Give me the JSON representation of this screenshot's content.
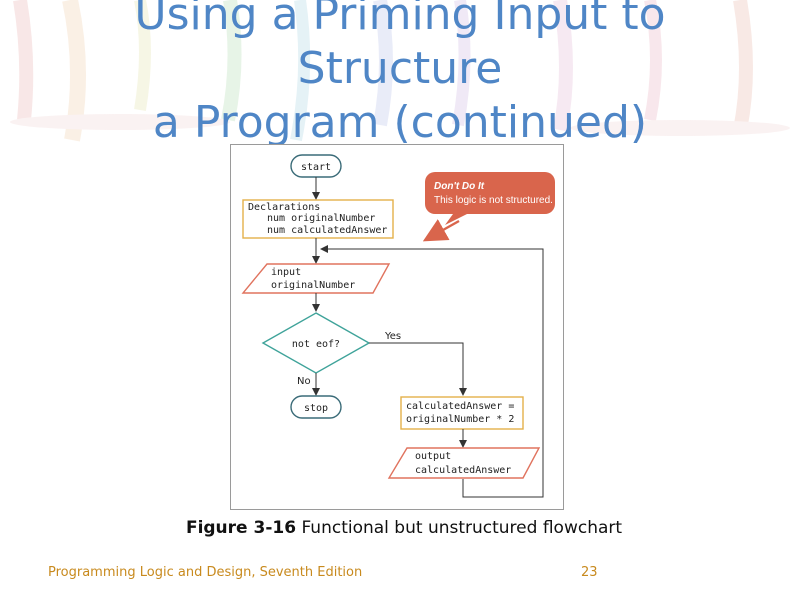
{
  "slide": {
    "title_lines": [
      "Using a Priming Input to",
      "Structure",
      "a Program (continued)"
    ]
  },
  "flowchart": {
    "start_label": "start",
    "declarations": [
      "Declarations",
      "num originalNumber",
      "num calculatedAnswer"
    ],
    "input_lines": [
      "input",
      "originalNumber"
    ],
    "decision_label": "not eof?",
    "yes_label": "Yes",
    "no_label": "No",
    "stop_label": "stop",
    "process_lines": [
      "calculatedAnswer =",
      "originalNumber * 2"
    ],
    "output_lines": [
      "output",
      "calculatedAnswer"
    ],
    "callout_title": "Don't Do It",
    "callout_text": "This logic is not structured.",
    "colors": {
      "terminal": "#3a6b78",
      "declarations": "#e4b04a",
      "io": "#e0735e",
      "decision": "#3fa39a",
      "callout": "#d9654c"
    }
  },
  "caption": {
    "label": "Figure 3-16",
    "text": "Functional but unstructured flowchart"
  },
  "footer": {
    "book": "Programming Logic and Design, Seventh Edition",
    "page": "23"
  }
}
